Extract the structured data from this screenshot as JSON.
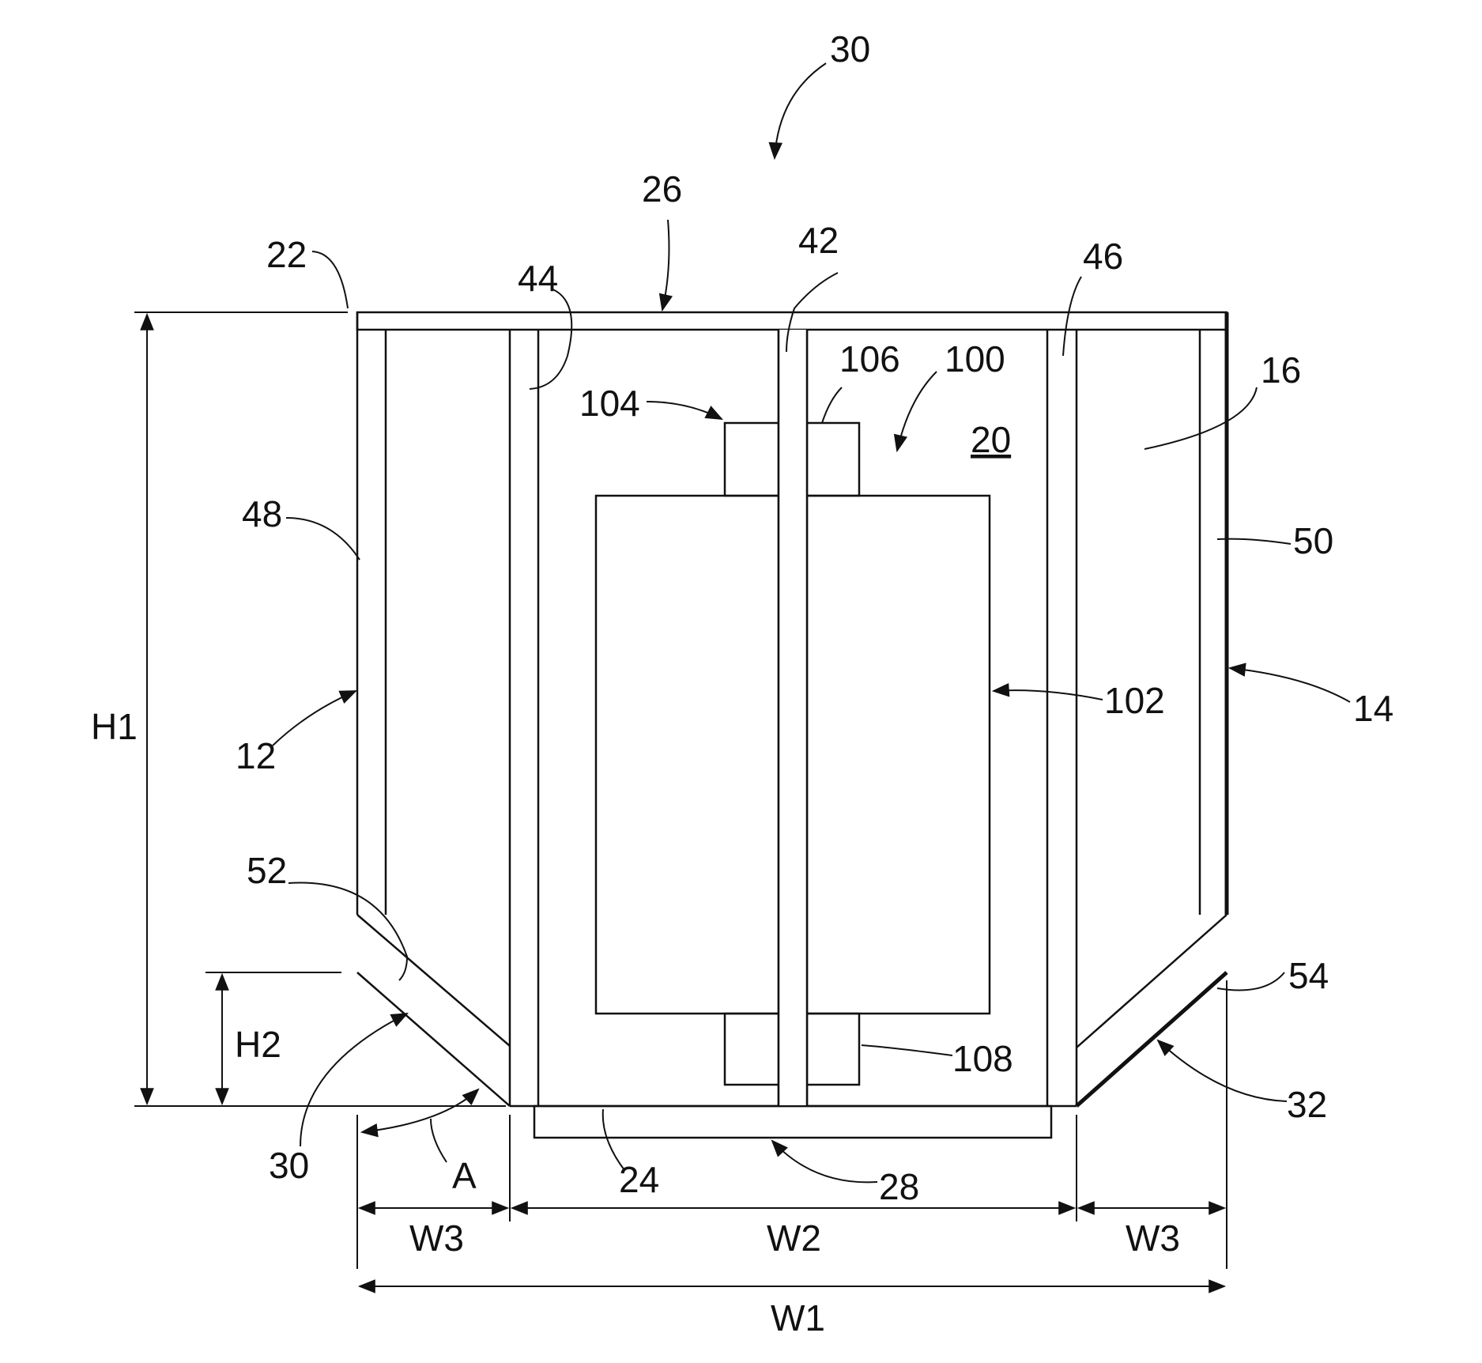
{
  "colors": {
    "line": "#111111",
    "background": "#ffffff"
  },
  "labels": {
    "ref_30_top": "30",
    "ref_26": "26",
    "ref_22": "22",
    "ref_44": "44",
    "ref_42": "42",
    "ref_46": "46",
    "ref_106": "106",
    "ref_100": "100",
    "ref_104": "104",
    "ref_20": "20",
    "ref_16": "16",
    "ref_48": "48",
    "ref_50": "50",
    "ref_12": "12",
    "ref_102": "102",
    "ref_14": "14",
    "ref_52": "52",
    "ref_54": "54",
    "ref_108": "108",
    "ref_30_bottom": "30",
    "ref_32": "32",
    "ref_24": "24",
    "ref_28": "28",
    "angle_A": "A"
  },
  "dimensions": {
    "H1": "H1",
    "H2": "H2",
    "W1": "W1",
    "W2": "W2",
    "W3_left": "W3",
    "W3_right": "W3"
  }
}
